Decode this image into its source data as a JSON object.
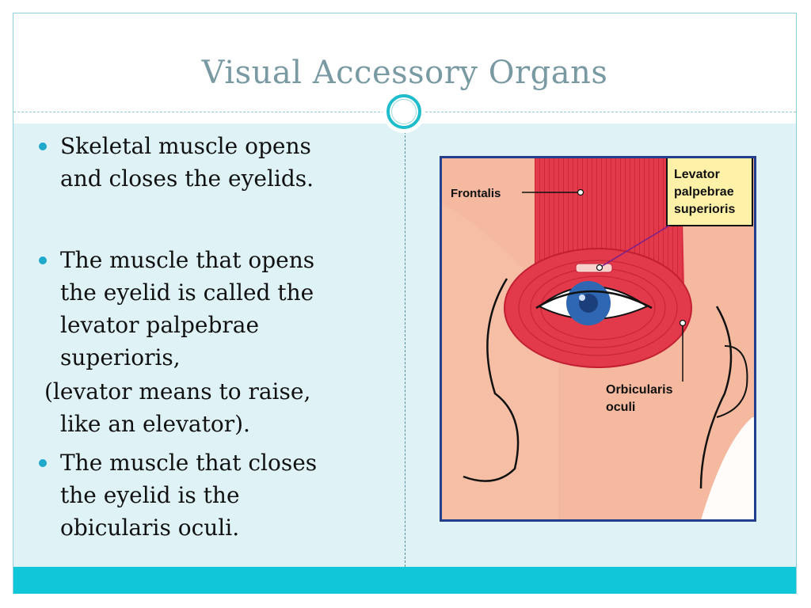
{
  "slide": {
    "title": "Visual Accessory Organs"
  },
  "bullets": [
    {
      "text": "Skeletal muscle opens and closes the eyelids."
    },
    {
      "text": "The muscle that opens the eyelid is called the levator palpebrae superioris,"
    },
    {
      "text": "(levator means to raise, like an elevator)."
    },
    {
      "text": "The muscle that closes the eyelid is the obicularis oculi."
    }
  ],
  "figure": {
    "labels": {
      "frontalis": "Frontalis",
      "levator_line1": "Levator",
      "levator_line2": "palpebrae",
      "levator_line3": "superioris",
      "orbicularis_line1": "Orbicularis",
      "orbicularis_line2": "oculi"
    },
    "colors": {
      "skin": "#f5b9a0",
      "muscle": "#e23a4a",
      "border": "#23408e",
      "label_box": "#fff2a8",
      "iris": "#2f67b3"
    }
  },
  "theme": {
    "accent": "#0fc7d8",
    "content_bg": "#dff3f7",
    "title_color": "#7a9aa3"
  }
}
